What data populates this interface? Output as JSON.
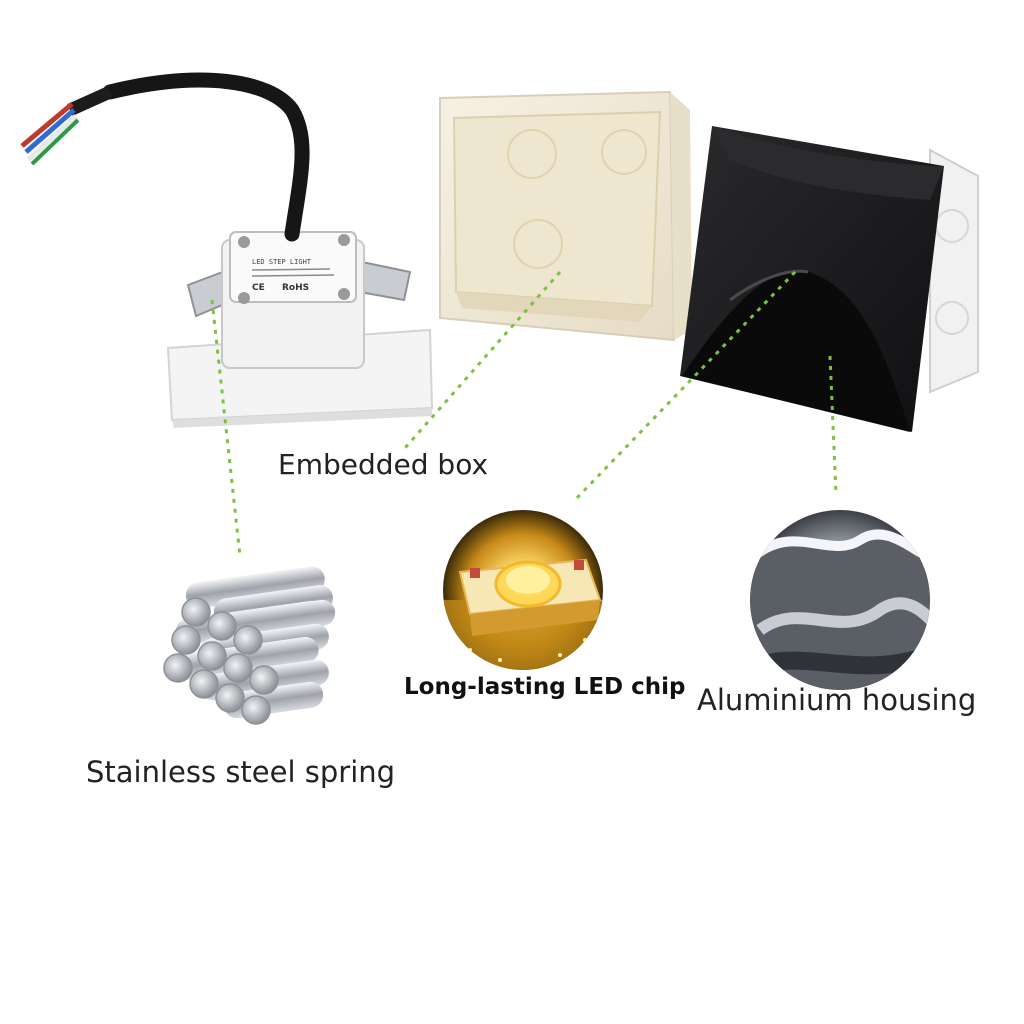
{
  "labels": {
    "embedded_box": "Embedded box",
    "led_chip": "Long-lasting LED chip",
    "aluminium_housing": "Aluminium housing",
    "stainless_spring": "Stainless steel spring"
  },
  "driver_label": {
    "line1": "LED STEP LIGHT",
    "ce_mark": "CE",
    "rohs_mark": "RoHS"
  },
  "colors": {
    "leader_line": "#7cc242",
    "housing": "#1d1d1f",
    "embedded_box": "#f3ecdc",
    "base_plate": "#f4f4f4",
    "led_glow": "#f5c842"
  }
}
